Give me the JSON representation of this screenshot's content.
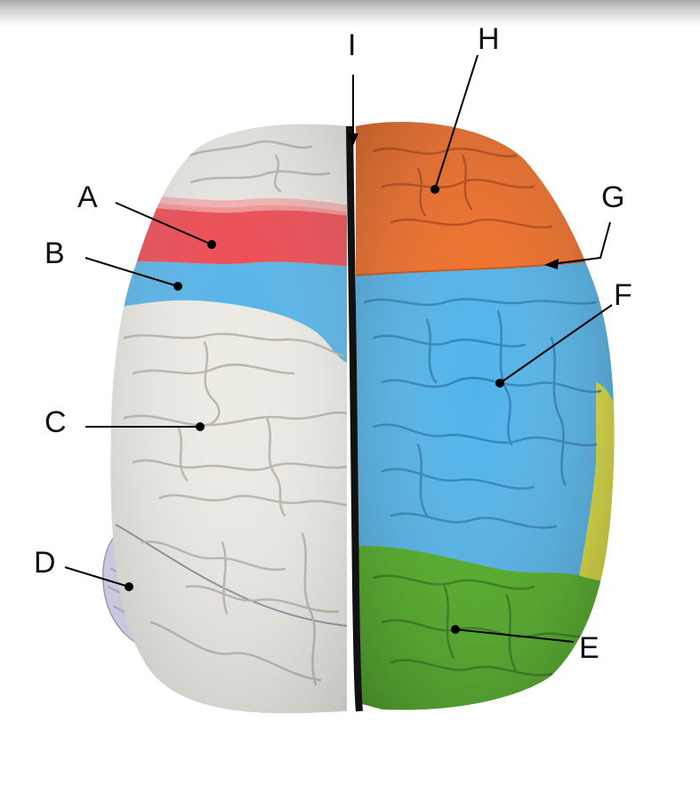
{
  "labels": {
    "A": "A",
    "B": "B",
    "C": "C",
    "D": "D",
    "E": "E",
    "F": "F",
    "G": "G",
    "H": "H",
    "I": "I"
  },
  "colors": {
    "left_frontal": "#ecebe4",
    "left_red_band": "#f0414a",
    "blue_band": "#4fb3ea",
    "right_orange": "#f36b21",
    "right_green": "#4cae1e",
    "yellow_lobe": "#dede3a",
    "left_rear": "#ecebe4",
    "cerebellum": "#c9c9dd"
  }
}
